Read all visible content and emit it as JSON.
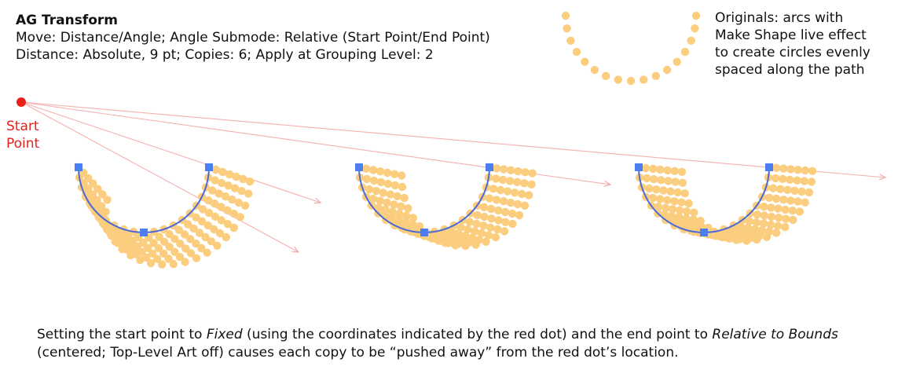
{
  "header": {
    "title": "AG Transform",
    "line1": "Move: Distance/Angle; Angle Submode: Relative (Start Point/End Point)",
    "line2": "Distance: Absolute, 9 pt; Copies: 6; Apply at Grouping Level: 2"
  },
  "note": {
    "line1": "Originals: arcs with",
    "line2": "Make Shape live effect",
    "line3": "to create circles evenly",
    "line4": "spaced along the path"
  },
  "start_point": {
    "line1": "Start",
    "line2": "Point"
  },
  "caption": {
    "part1": "Setting the start point to ",
    "italic1": "Fixed",
    "part2": " (using the coordinates indicated by the red dot) and the end point to ",
    "italic2": "Relative to Bounds",
    "part3": " (centered; Top-Level Art off) causes each copy to be “pushed away” from the red dot’s location."
  },
  "colors": {
    "dot": "#fbcd7e",
    "arc": "#4a68d9",
    "handle": "#4d7ef0",
    "start": "#e8201a",
    "ray": "#f5b0b0"
  },
  "diagram": {
    "copies": 6,
    "distance_pt": 9,
    "icons": [
      "start-point-dot",
      "arc-path",
      "anchor-handle",
      "direction-arrow"
    ]
  }
}
